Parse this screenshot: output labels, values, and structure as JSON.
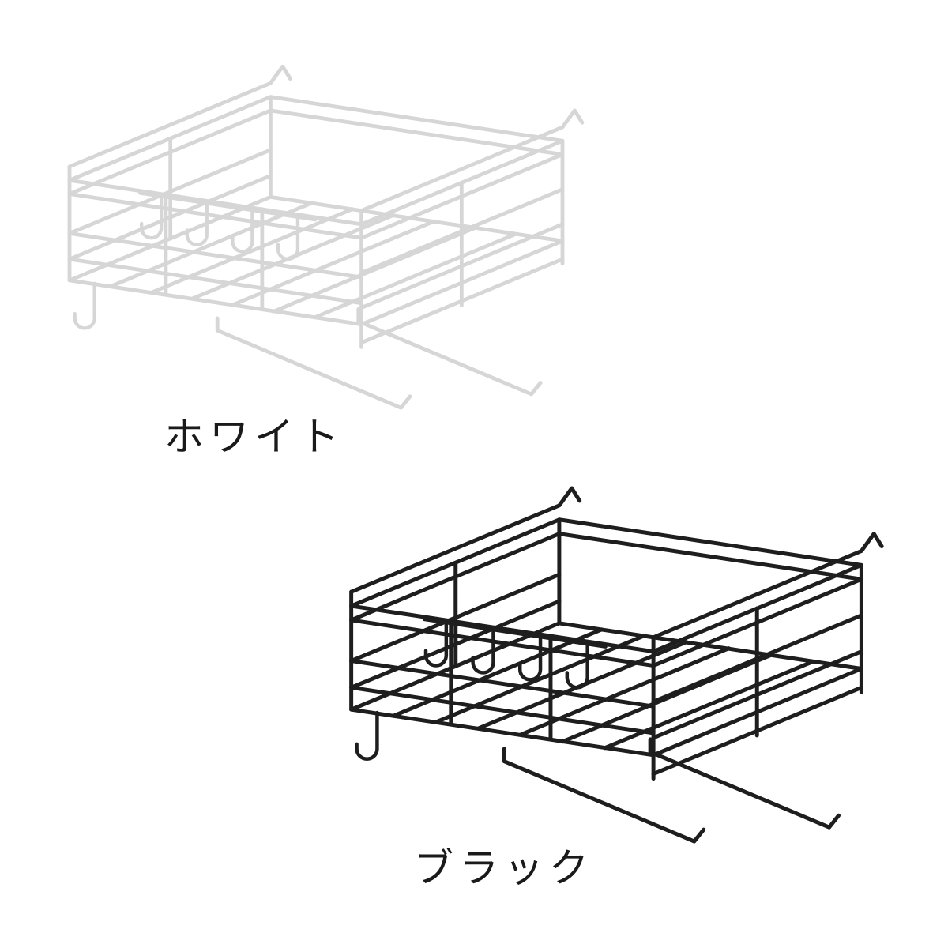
{
  "page": {
    "background": "#ffffff",
    "text_color": "#1a1a1a"
  },
  "illustration": {
    "name": "under-shelf-hanging-wire-rack",
    "style": "wireframe-product-drawing"
  },
  "products": [
    {
      "id": "white",
      "label": "ホワイト",
      "color": "#d6d6d6"
    },
    {
      "id": "black",
      "label": "ブラック",
      "color": "#1e1e1e"
    }
  ]
}
